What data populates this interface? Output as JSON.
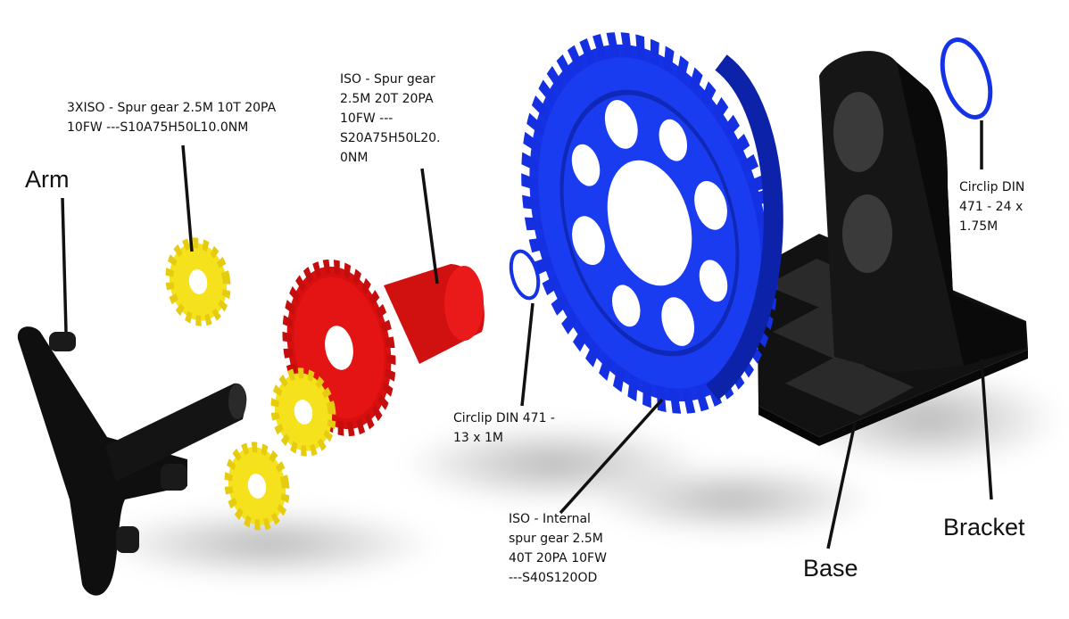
{
  "diagram": {
    "labels": {
      "arm": "Arm",
      "small_gears": "3XISO - Spur gear 2.5M 10T 20PA\n10FW ---S10A75H50L10.0NM",
      "spur_gear": "ISO - Spur gear\n2.5M 20T 20PA\n10FW ---\nS20A75H50L20.\n0NM",
      "circlip_small": "Circlip DIN 471 -\n13 x 1M",
      "internal_gear": "ISO - Internal\nspur gear 2.5M\n40T 20PA 10FW\n---S40S120OD",
      "circlip_large": "Circlip DIN\n471 - 24 x\n1.75M",
      "base": "Base",
      "bracket": "Bracket"
    },
    "colors": {
      "arm": "#0d0d0d",
      "small_gear": "#f5e21c",
      "spur_gear": "#e01010",
      "internal_gear": "#1432e6",
      "circlip": "#1432e6",
      "bracket_base": "#0d0d0d"
    }
  }
}
